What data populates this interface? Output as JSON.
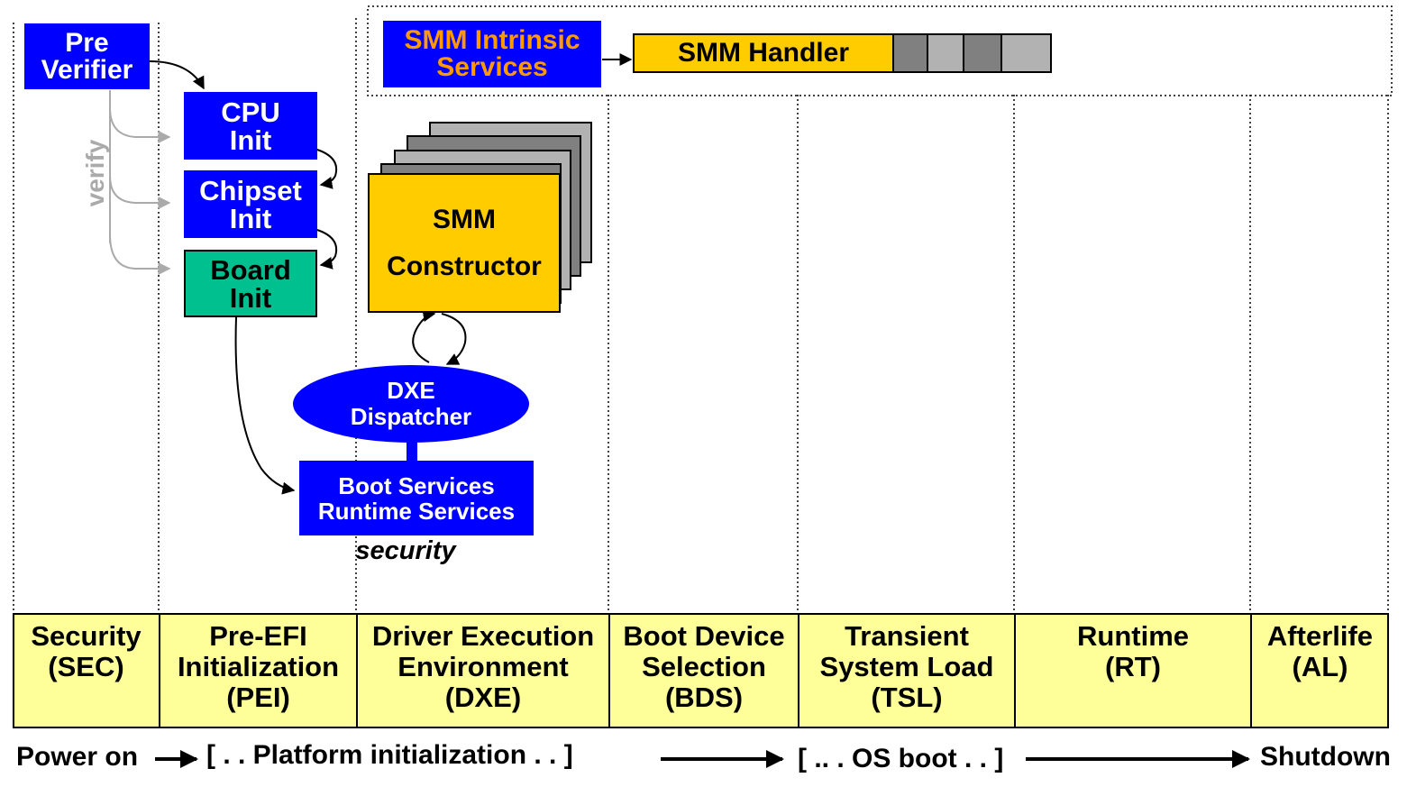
{
  "sec": {
    "pre_verifier_line1": "Pre",
    "pre_verifier_line2": "Verifier",
    "verify_label": "verify"
  },
  "pei": {
    "cpu_line1": "CPU",
    "cpu_line2": "Init",
    "chipset_line1": "Chipset",
    "chipset_line2": "Init",
    "board_line1": "Board",
    "board_line2": "Init"
  },
  "smm": {
    "intrinsic_line1": "SMM Intrinsic",
    "intrinsic_line2": "Services",
    "handler_label": "SMM Handler",
    "constructor_line1": "SMM",
    "constructor_line2": "Constructor"
  },
  "dxe": {
    "dispatcher_line1": "DXE",
    "dispatcher_line2": "Dispatcher",
    "services_line1": "Boot Services",
    "services_line2": "Runtime Services",
    "security_label": "security"
  },
  "phases": [
    {
      "line1": "Security",
      "line2": "(SEC)",
      "line3": ""
    },
    {
      "line1": "Pre-EFI",
      "line2": "Initialization",
      "line3": "(PEI)"
    },
    {
      "line1": "Driver Execution",
      "line2": "Environment",
      "line3": "(DXE)"
    },
    {
      "line1": "Boot Device",
      "line2": "Selection",
      "line3": "(BDS)"
    },
    {
      "line1": "Transient",
      "line2": "System Load",
      "line3": "(TSL)"
    },
    {
      "line1": "Runtime",
      "line2": "(RT)",
      "line3": ""
    },
    {
      "line1": "Afterlife",
      "line2": "(AL)",
      "line3": ""
    }
  ],
  "timeline": {
    "power_on": "Power on",
    "platform_init": "[ . . Platform initialization . . ]",
    "os_boot": "[ .. . OS boot . . ]",
    "shutdown": "Shutdown"
  },
  "colors": {
    "blue": "#0000ff",
    "orange_text": "#ff9900",
    "gold": "#ffcc00",
    "teal": "#00c090",
    "phase_fill": "#ffff99",
    "gray_dark": "#808080",
    "gray_light": "#b2b2b2"
  }
}
